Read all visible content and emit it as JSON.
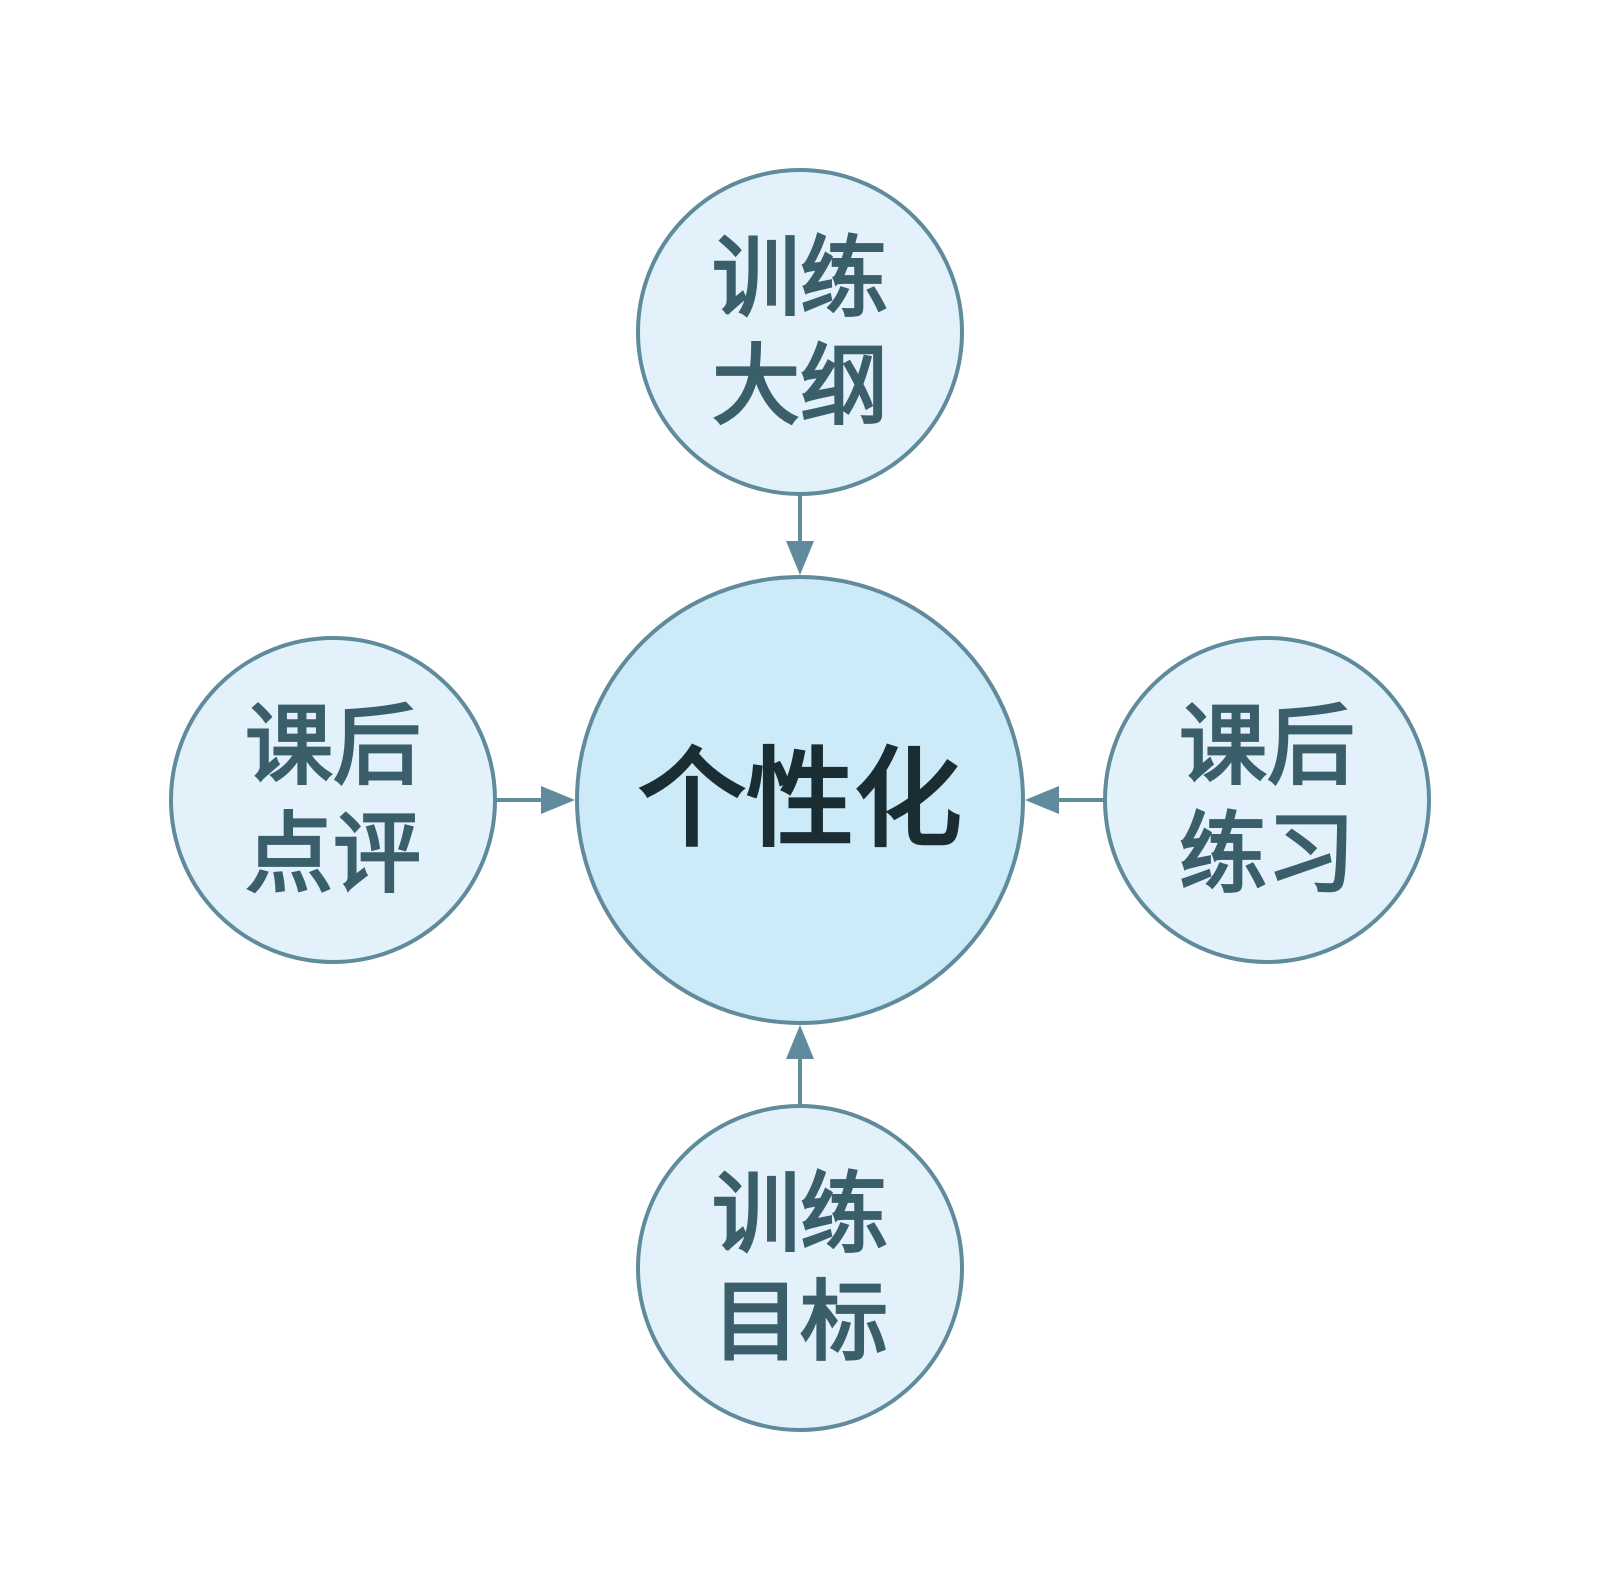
{
  "colors": {
    "background": "#ffffff",
    "stroke": "#5f8b9c",
    "center_fill": "#cceaf7",
    "satellite_fill": "#e3f2fa",
    "satellite_text": "#3a5f6b",
    "center_text": "#1a2d33",
    "arrow": "#5f8b9c"
  },
  "center": {
    "label": "个性化"
  },
  "nodes": {
    "top": {
      "line1": "训练",
      "line2": "大纲"
    },
    "left": {
      "line1": "课后",
      "line2": "点评"
    },
    "right": {
      "line1": "课后",
      "line2": "练习"
    },
    "bottom": {
      "line1": "训练",
      "line2": "目标"
    }
  }
}
